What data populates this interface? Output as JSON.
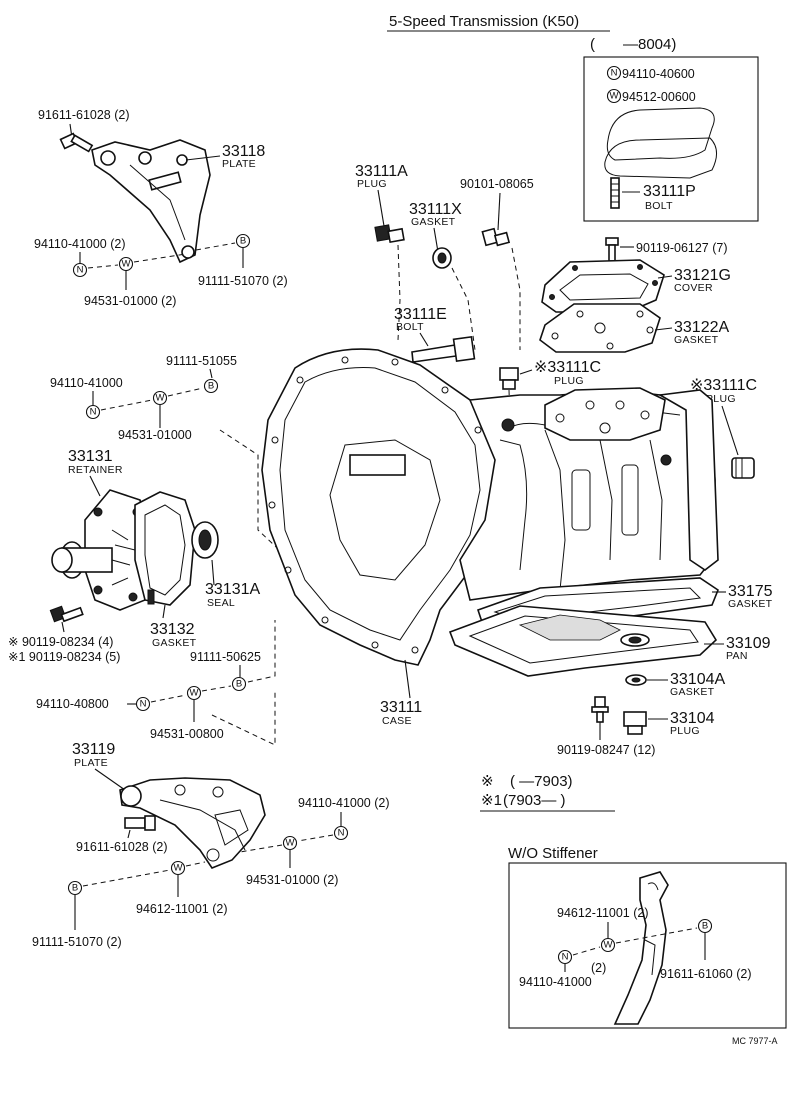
{
  "header": {
    "title": "5-Speed Transmission (K50)",
    "range_open": "(",
    "range_code": "—8004)"
  },
  "inset_top": {
    "n_part": "94110-40600",
    "w_part": "94512-00600",
    "part_code": "33111P",
    "part_name": "BOLT"
  },
  "parts": {
    "p33118": {
      "code": "33118",
      "name": "PLATE"
    },
    "p33111a": {
      "code": "33111A",
      "name": "PLUG"
    },
    "p33111x": {
      "code": "33111X",
      "name": "GASKET"
    },
    "p33111e": {
      "code": "33111E",
      "name": "BOLT"
    },
    "p33111c_center": {
      "code": "※33111C",
      "name": "PLUG"
    },
    "p33111c_right": {
      "code": "※33111C",
      "name": "PLUG"
    },
    "p33121g": {
      "code": "33121G",
      "name": "COVER"
    },
    "p33122a": {
      "code": "33122A",
      "name": "GASKET"
    },
    "p33131": {
      "code": "33131",
      "name": "RETAINER"
    },
    "p33131a": {
      "code": "33131A",
      "name": "SEAL"
    },
    "p33132": {
      "code": "33132",
      "name": "GASKET"
    },
    "p33111": {
      "code": "33111",
      "name": "CASE"
    },
    "p33175": {
      "code": "33175",
      "name": "GASKET"
    },
    "p33109": {
      "code": "33109",
      "name": "PAN"
    },
    "p33104a": {
      "code": "33104A",
      "name": "GASKET"
    },
    "p33104": {
      "code": "33104",
      "name": "PLUG"
    },
    "p33119": {
      "code": "33119",
      "name": "PLATE"
    }
  },
  "numbers": {
    "n91611_61028_top": "91611-61028 (2)",
    "n94110_41000_2_top": "94110-41000 (2)",
    "n91111_51070_2_top": "91111-51070 (2)",
    "n94531_01000_2_top": "94531-01000 (2)",
    "n90101_08065": "90101-08065",
    "n90119_06127": "90119-06127 (7)",
    "n91111_51055": "91111-51055",
    "n94110_41000": "94110-41000",
    "n94531_01000": "94531-01000",
    "n90119_08234_4": "※ 90119-08234 (4)",
    "n90119_08234_5": "※1 90119-08234 (5)",
    "n91111_50625": "91111-50625",
    "n94110_40800": "94110-40800",
    "n94531_00800": "94531-00800",
    "n90119_08247": "90119-08247 (12)",
    "n94110_41000_2_bot": "94110-41000 (2)",
    "n91611_61028_bot": "91611-61028 (2)",
    "n94531_01000_2_bot": "94531-01000 (2)",
    "n94612_11001_bot": "94612-11001 (2)",
    "n91111_51070_2_bot": "91111-51070 (2)"
  },
  "legend": {
    "sym1": "※",
    "range1": "(        —7903)",
    "sym2": "※1",
    "range2": "(7903—        )"
  },
  "stiffener_inset": {
    "title": "W/O Stiffener",
    "w_part": "94612-11001 (2)",
    "n_qty": "(2)",
    "n_part": "94110-41000",
    "b_part": "91611-61060 (2)"
  },
  "badges": {
    "n": "N",
    "w": "W",
    "b": "B"
  },
  "footer": {
    "ref": "MC  7977-A"
  }
}
